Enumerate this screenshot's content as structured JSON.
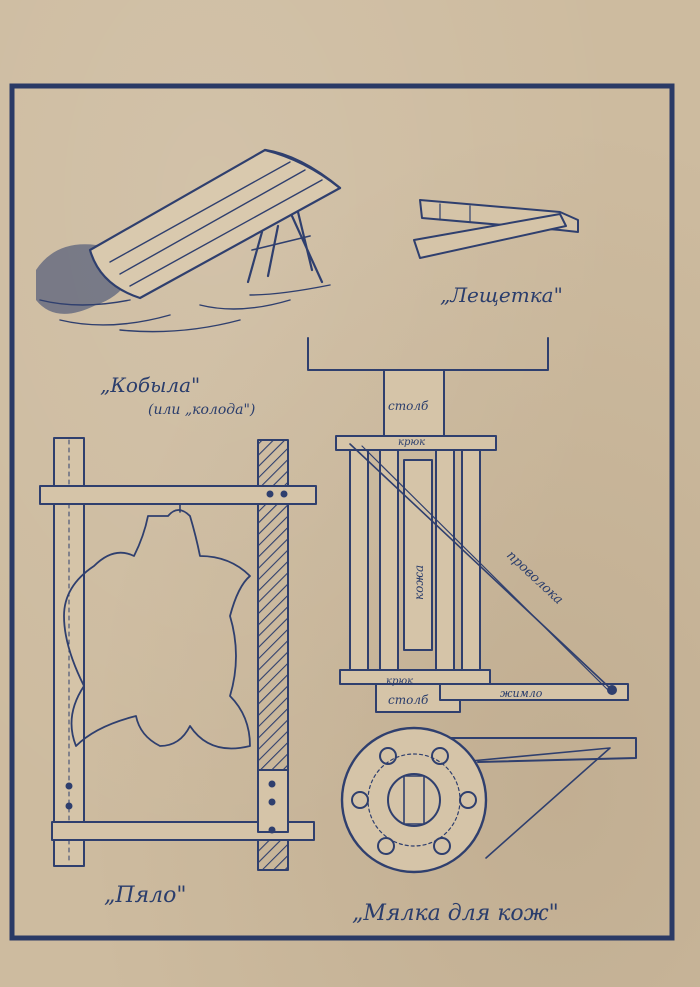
{
  "colors": {
    "paper": "#cdbb9f",
    "ink": "#2f3f6e",
    "frame": "#2a3a66"
  },
  "labels": {
    "kobyla": "„Кобыла\"",
    "kobyla_sub": "(или „колода\")",
    "leshchetka": "„Лещетка\"",
    "pyalo": "„Пяло\"",
    "myalka": "„Мялка для кож\"",
    "stolb_top": "столб",
    "stolb_bottom": "столб",
    "kryuk_top": "крюк",
    "kryuk_bottom": "крюк",
    "kozha": "кожа",
    "provoloka": "проволока",
    "zhimlo": "жимло"
  }
}
